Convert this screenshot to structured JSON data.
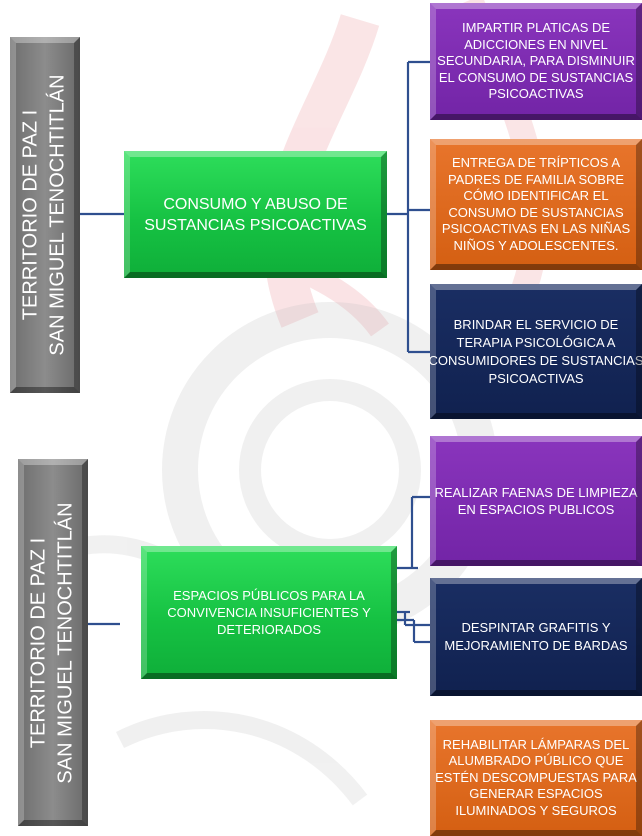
{
  "colors": {
    "green": "#16c243",
    "purple": "#7224a6",
    "orange": "#d45f12",
    "navy": "#10214f",
    "gray": "#7a7a7a",
    "connector": "#2f4f8f",
    "watermark": "#d9262f"
  },
  "section1": {
    "territory_lines": [
      "TERRITORIO DE PAZ I",
      "SAN MIGUEL TENOCHTITLÁN"
    ],
    "problem_lines": [
      "CONSUMO Y ABUSO DE",
      "SUSTANCIAS PSICOACTIVAS"
    ],
    "actions": [
      {
        "color": "purple",
        "lines": [
          "IMPARTIR PLATICAS DE",
          "ADICCIONES EN NIVEL",
          "SECUNDARIA, PARA DISMINUIR",
          "EL CONSUMO DE SUSTANCIAS",
          "PSICOACTIVAS"
        ]
      },
      {
        "color": "orange",
        "lines": [
          "ENTREGA DE TRÍPTICOS A",
          "PADRES DE FAMILIA SOBRE",
          "CÓMO IDENTIFICAR EL",
          "CONSUMO DE SUSTANCIAS",
          "PSICOACTIVAS EN LAS NIÑAS",
          "NIÑOS Y ADOLESCENTES."
        ]
      },
      {
        "color": "navy",
        "lines": [
          "BRINDAR EL SERVICIO DE",
          "TERAPIA PSICOLÓGICA A",
          "CONSUMIDORES DE SUSTANCIAS",
          "PSICOACTIVAS"
        ]
      }
    ]
  },
  "section2": {
    "territory_lines": [
      "TERRITORIO DE PAZ I",
      "SAN MIGUEL TENOCHTITLÁN"
    ],
    "problem_lines": [
      "ESPACIOS PÚBLICOS PARA LA",
      "CONVIVENCIA INSUFICIENTES Y",
      "DETERIORADOS"
    ],
    "actions": [
      {
        "color": "purple",
        "lines": [
          "REALIZAR FAENAS DE LIMPIEZA",
          "EN ESPACIOS PUBLICOS"
        ]
      },
      {
        "color": "navy",
        "lines": [
          "DESPINTAR GRAFITIS Y",
          "MEJORAMIENTO DE BARDAS"
        ]
      },
      {
        "color": "orange",
        "lines": [
          "REHABILITAR LÁMPARAS DEL",
          "ALUMBRADO PÚBLICO QUE",
          "ESTÉN  DESCOMPUESTAS PARA",
          "GENERAR ESPACIOS",
          "ILUMINADOS Y SEGUROS"
        ]
      }
    ]
  }
}
